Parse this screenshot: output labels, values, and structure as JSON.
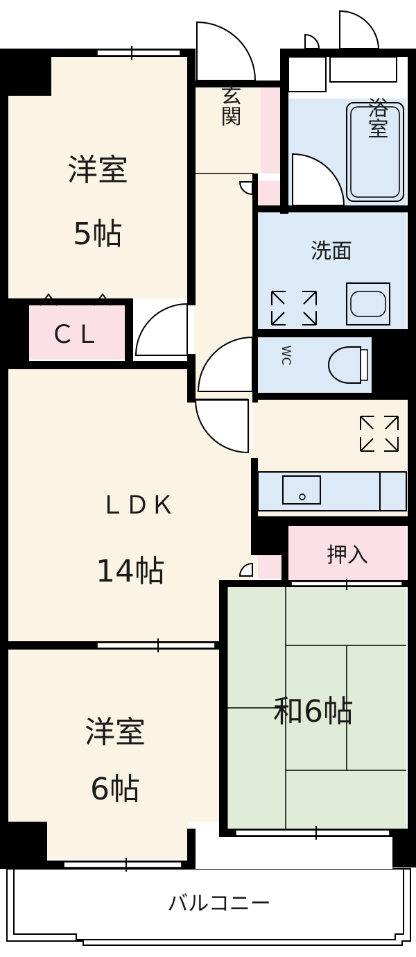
{
  "rooms": {
    "western_5": {
      "name": "洋室",
      "size": "5帖"
    },
    "closet": {
      "name": "ＣＬ"
    },
    "ldk": {
      "name": "ＬＤＫ",
      "size": "14帖"
    },
    "western_6": {
      "name": "洋室",
      "size": "6帖"
    },
    "washitsu": {
      "name": "和6帖"
    },
    "entrance": {
      "name": "玄関"
    },
    "bath": {
      "name": "浴室"
    },
    "washroom": {
      "name": "洗面"
    },
    "wc": {
      "name": "WC"
    },
    "oshiire": {
      "name": "押入"
    },
    "balcony": {
      "name": "バルコニー"
    }
  },
  "colors": {
    "western": "#fbf4e4",
    "closet": "#fbe1e6",
    "wet": "#dce9f6",
    "tatami": "#e1ecd8",
    "wall": "#000000"
  }
}
